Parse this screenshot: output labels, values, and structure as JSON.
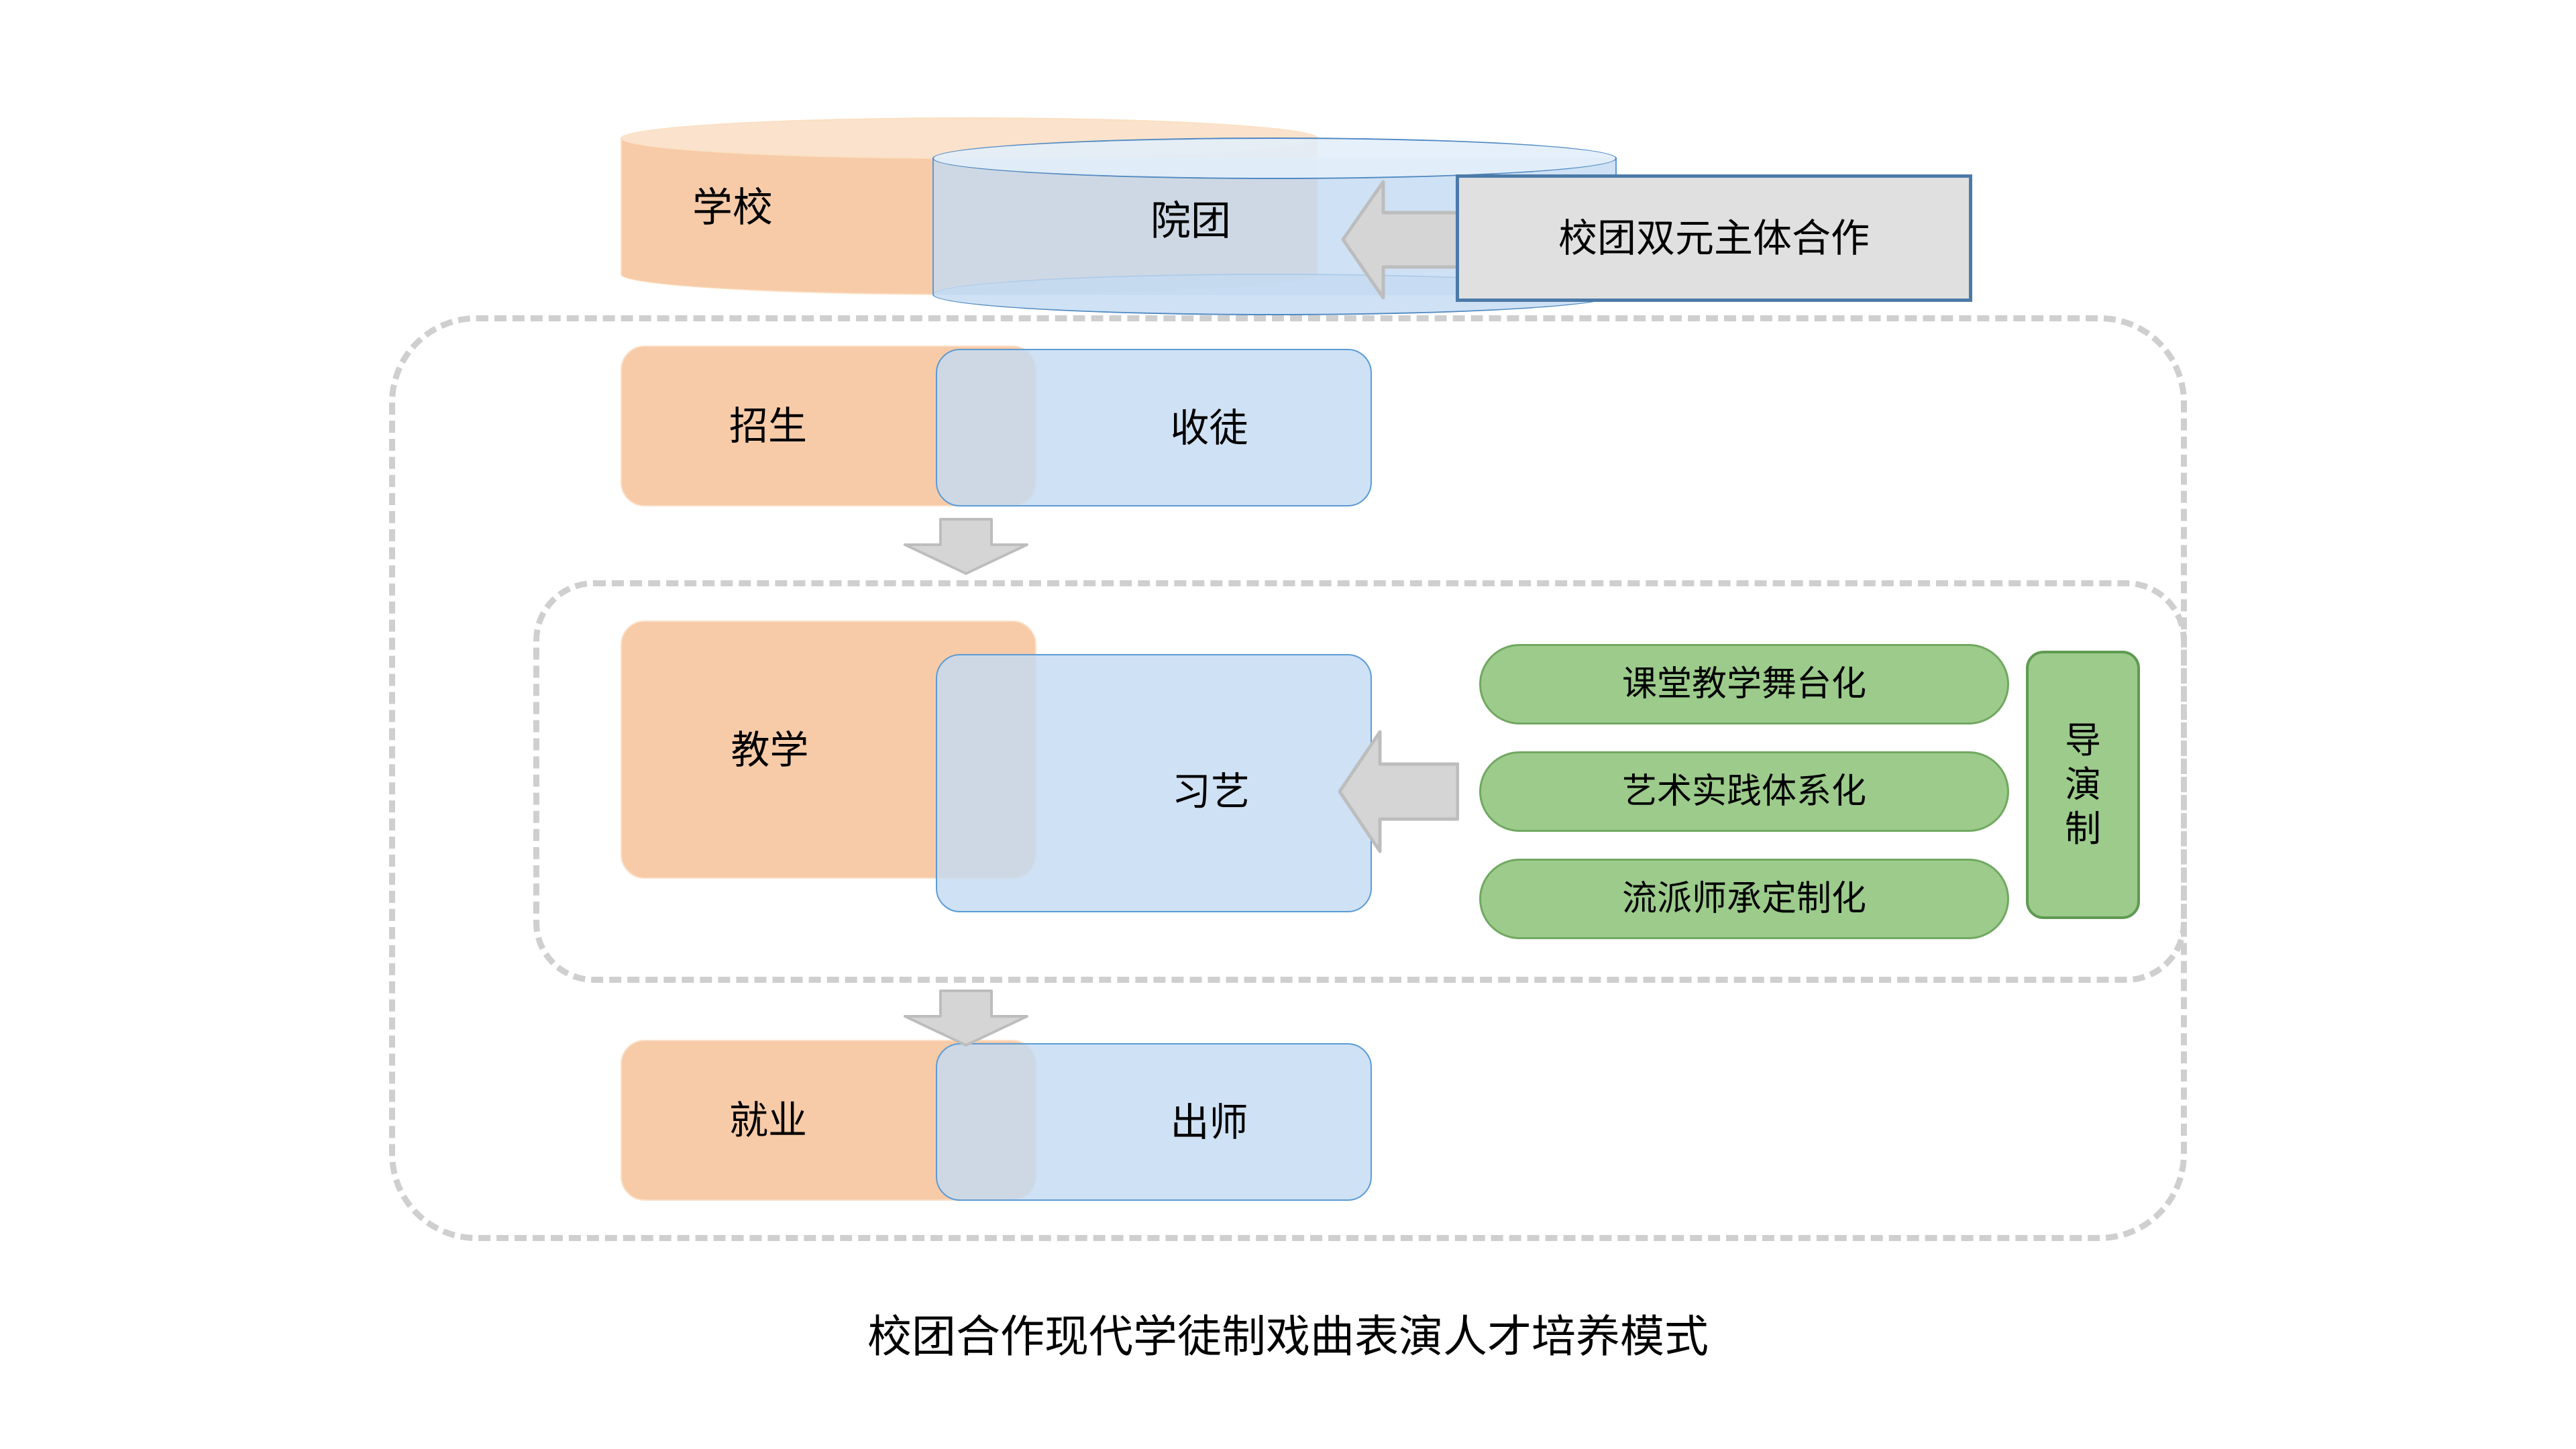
{
  "diagram": {
    "caption": "校团合作现代学徒制戏曲表演人才培养模式",
    "colors": {
      "orange_fill": "#f7cba8",
      "orange_stroke": "#fbe1c9",
      "blue_fill": "#c5dbf1",
      "blue_stroke": "#5b9bd5",
      "green_fill": "#9ccb8b",
      "green_stroke": "#71a861",
      "gray_fill": "#e0e0e0",
      "gray_stroke": "#4c7aa8",
      "arrow_fill": "#d5d5d5",
      "arrow_stroke": "#bdbdbd",
      "dashed_border": "#cfcfcf",
      "background": "#ffffff"
    },
    "row_cylinders": {
      "school_label": "学校",
      "troupe_label": "院团"
    },
    "callout": {
      "label": "校团双元主体合作"
    },
    "rows": [
      {
        "school_label": "招生",
        "troupe_label": "收徒"
      },
      {
        "school_label": "教学",
        "troupe_label": "习艺"
      },
      {
        "school_label": "就业",
        "troupe_label": "出师"
      }
    ],
    "pills": [
      {
        "label": "课堂教学舞台化"
      },
      {
        "label": "艺术实践体系化"
      },
      {
        "label": "流派师承定制化"
      }
    ],
    "vertical_box": {
      "chars": [
        "导",
        "演",
        "制"
      ]
    },
    "icons": {
      "arrow_left_top": "arrow-left-icon",
      "arrow_left_mid": "arrow-left-icon",
      "arrow_down_1": "arrow-down-icon",
      "arrow_down_2": "arrow-down-icon"
    }
  }
}
